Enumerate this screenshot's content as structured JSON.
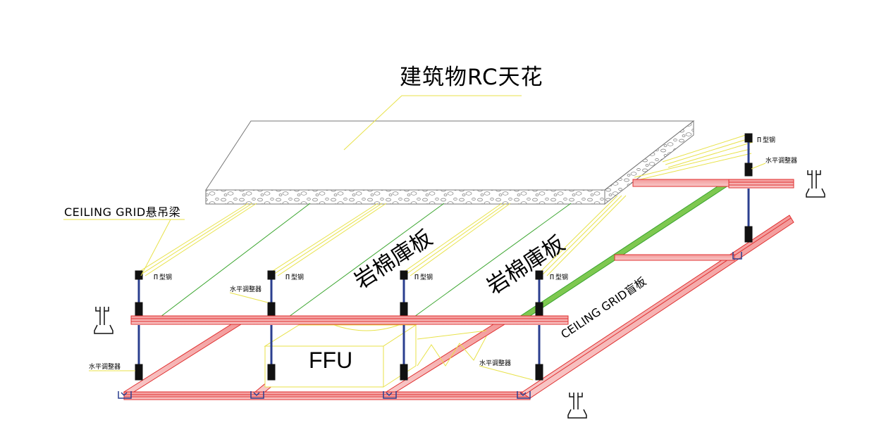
{
  "labels": {
    "title": "建筑物RC天花",
    "ceiling_grid_hanger": "CEILING  GRID悬吊梁",
    "ceiling_grid_blind": "CEILING  GRID盲板",
    "rock_wool_1": "岩棉庫板",
    "rock_wool_2": "岩棉庫板",
    "ffu": "FFU",
    "channel_steel": "型钢",
    "level_adjuster": "水平调整器"
  },
  "channel_steel_tags": [
    "型钢",
    "型钢",
    "型钢",
    "型钢",
    "型钢"
  ],
  "level_adjuster_tags": [
    "水平调整器",
    "水平调整器",
    "水平调整器",
    "水平调整器"
  ],
  "colors": {
    "leader": "#e8e24a",
    "green_line": "#3aa52e",
    "green_bar": "#7ec850",
    "red_grid": "#e03030",
    "red_fill": "#f6b4b4",
    "rod": "#2b3f8f",
    "slab_edge": "#777777",
    "black": "#111111"
  }
}
